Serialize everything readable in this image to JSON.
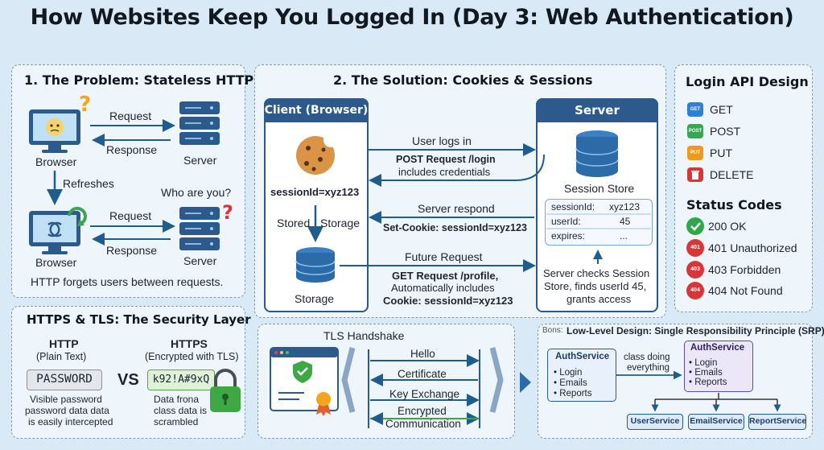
{
  "title": "How Websites Keep You Logged In (Day 3: Web Authentication)",
  "problem": {
    "title": "1. The Problem: Stateless HTTP",
    "request": "Request",
    "response": "Response",
    "browser": "Browser",
    "server": "Server",
    "refreshes": "Refreshes",
    "who": "Who are you?",
    "request2": "Request",
    "response2": "Response",
    "browser2": "Browser",
    "server2": "Server",
    "footer": "HTTP forgets users between requests."
  },
  "solution": {
    "title": "2. The Solution: Cookies & Sessions",
    "client_header": "Client (Browser)",
    "server_header": "Server",
    "session_id": "sessionId=xyz123",
    "stored": "Stored",
    "storage_lbl": "Storage",
    "storage": "Storage",
    "user_logs_in": "User logs in",
    "post_request": "POST Request /login",
    "includes_credentials": "includes credentials",
    "server_respond": "Server respond",
    "set_cookie": "Set-Cookie: sessionId=xyz123",
    "future_request": "Future Request",
    "get_request": "GET Request /profile,",
    "auto_includes": "Automatically includes",
    "cookie": "Cookie: sessionId=xyz123",
    "session_store": "Session Store",
    "store_rows": [
      {
        "key": "sessionId:",
        "value": "xyz123"
      },
      {
        "key": "userId:",
        "value": "45"
      },
      {
        "key": "expires:",
        "value": "..."
      }
    ],
    "server_checks": [
      "Server checks Session",
      "Store, finds userId 45,",
      "grants access"
    ]
  },
  "api": {
    "title": "Login API Design",
    "methods": [
      {
        "tag": "GET",
        "label": "GET",
        "color": "#2f7fd6"
      },
      {
        "tag": "POST",
        "label": "POST",
        "color": "#37a852"
      },
      {
        "tag": "PUT",
        "label": "PUT",
        "color": "#f09a1a"
      },
      {
        "tag": "",
        "label": "DELETE",
        "color": "#d9363a"
      }
    ],
    "status_title": "Status Codes",
    "codes": [
      {
        "tag": "",
        "label": "200 OK",
        "color": "#2fa84a"
      },
      {
        "tag": "401",
        "label": "401 Unauthorized",
        "color": "#d9363a"
      },
      {
        "tag": "403",
        "label": "403 Forbidden",
        "color": "#d9363a"
      },
      {
        "tag": "404",
        "label": "404 Not Found",
        "color": "#d9363a"
      }
    ]
  },
  "https": {
    "title": "HTTPS & TLS: The Security Layer",
    "http": "HTTP",
    "plain": "(Plain Text)",
    "https": "HTTPS",
    "encrypted": "(Encrypted with TLS)",
    "password": "PASSWORD",
    "vs": "VS",
    "cipher": "k92!A#9xQ",
    "left_desc": [
      "Visible password",
      "password data data",
      "is easily intercepted"
    ],
    "right_desc": [
      "Data frona",
      "class data is",
      "scrambled"
    ]
  },
  "tls": {
    "title": "TLS Handshake",
    "steps": [
      "Hello",
      "Certificate",
      "Key Exchange",
      "Encrypted",
      "Communication"
    ]
  },
  "srp": {
    "prefix": "Bons:",
    "title": "Low-Level Design: Single Responsibility Principle (SRP)",
    "left_title": "AuthService",
    "left_items": [
      "• Login",
      "• Emails",
      "• Reports"
    ],
    "class_doing": [
      "class doing",
      "everything"
    ],
    "right_title": "AuthService",
    "right_items": [
      "• Login",
      "• Emails",
      "• Reports"
    ],
    "services": [
      "UserService",
      "EmailService",
      "ReportService"
    ]
  },
  "colors": {
    "background": "#d9eaf6",
    "accent": "#2d5a8c",
    "arrow": "#1f5d8e"
  }
}
